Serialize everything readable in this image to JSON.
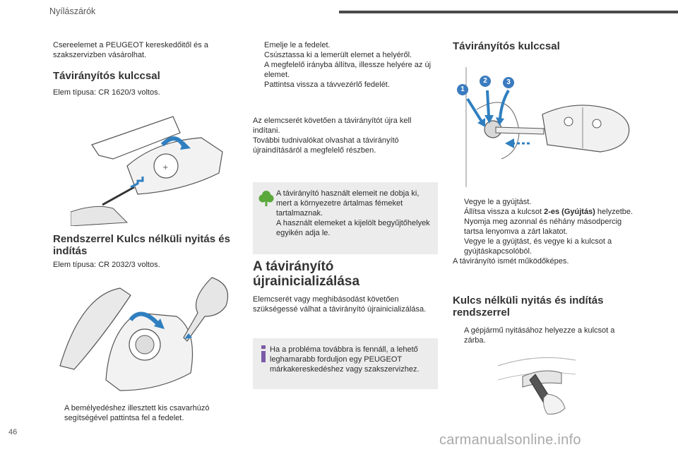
{
  "header": {
    "section_title": "Nyílászárók"
  },
  "col1": {
    "intro": "Csereelemet a PEUGEOT kereskedőitől és a szakszervizben vásárolhat.",
    "h_remote": "Távirányítós kulccsal",
    "battery_remote": "Elem típusa: CR 1620/3 voltos.",
    "h_keyless": "Rendszerrel Kulcs nélküli nyitás és indítás",
    "battery_keyless": "Elem típusa: CR 2032/3 voltos.",
    "bullet_1": "A bemélyedéshez illesztett kis csavarhúzó segítségével pattintsa fel a fedelet."
  },
  "col2": {
    "bullets": [
      "Emelje le a fedelet.",
      "Csúsztassa ki a lemerült elemet a helyéről.",
      "A megfelelő irányba állítva, illessze helyére az új elemet.",
      "Pattintsa vissza a távvezérlő fedelét."
    ],
    "after_1": "Az elemcserét követően a távirányítót újra kell indítani.",
    "after_2": "További tudnivalókat olvashat a távirányító újraindításáról a megfelelő részben.",
    "env_1": "A távirányító használt elemeit ne dobja ki, mert a környezetre ártalmas fémeket tartalmaznak.",
    "env_2": "A használt elemeket a kijelölt begyűjtőhelyek egyikén adja le.",
    "h_reinit": "A távirányító újrainicializálása",
    "reinit_text": "Elemcserét vagy meghibásodást követően szükségessé válhat a távirányító újrainicializálása.",
    "info": "Ha a probléma továbbra is fennáll, a lehető leghamarabb forduljon egy PEUGEOT márkakereskedéshez vagy szakszervizhez."
  },
  "col3": {
    "h_remote": "Távirányítós kulccsal",
    "step_labels": [
      "1",
      "2",
      "3"
    ],
    "b1": "Vegye le a gyújtást.",
    "b2_pre": "Állítsa vissza a kulcsot ",
    "b2_bold": "2-es (Gyújtás)",
    "b2_post": " helyzetbe.",
    "b3": "Nyomja meg azonnal és néhány másodpercig tartsa lenyomva a zárt lakatot.",
    "b4": "Vegye le a gyújtást, és vegye ki a kulcsot a gyújtáskapcsolóból.",
    "after": "A távirányító ismét működőképes.",
    "h_keyless": "Kulcs nélküli nyitás és indítás rendszerrel",
    "b5": "A gépjármű nyitásához helyezze a kulcsot a zárba."
  },
  "bullet_marker": "",
  "footer": {
    "page_number": "46",
    "watermark": "carmanualsonline.info"
  },
  "colors": {
    "step_blue": "#3b7bbf",
    "arrow_blue": "#2f7fc0",
    "green": "#5aa83a",
    "info_purple": "#7b5aa6"
  }
}
